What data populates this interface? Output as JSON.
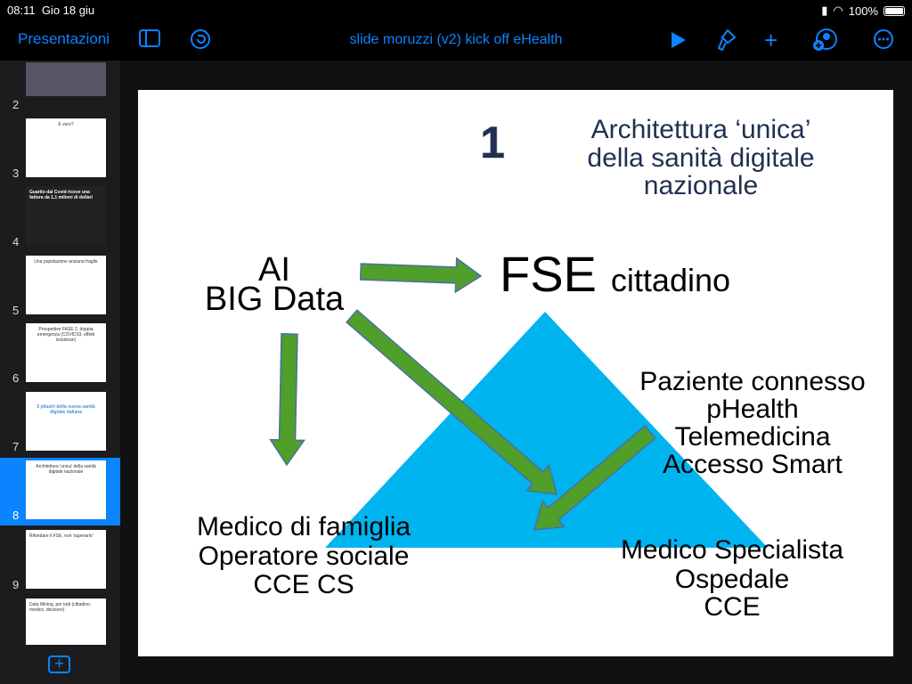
{
  "status": {
    "time": "08:11",
    "date": "Gio 18 giu",
    "battery": "100%"
  },
  "toolbar": {
    "back": "Presentazioni",
    "title": "slide moruzzi (v2) kick off eHealth"
  },
  "slides": [
    {
      "num": "2",
      "title": ""
    },
    {
      "num": "3",
      "title": "E vero?"
    },
    {
      "num": "4",
      "title": "Guarito dal Covid riceve una fattura da 1,1 milioni di dollari"
    },
    {
      "num": "5",
      "title": "Una popolazione anziana fragile"
    },
    {
      "num": "6",
      "title": "Prospettive FASE 2, doppia emergenza (COVID19, effetti lockdown)"
    },
    {
      "num": "7",
      "title": "5 pilastri della nuova sanità digitale italiana"
    },
    {
      "num": "8",
      "title": "Architettura 'unica' della sanità digitale nazionale"
    },
    {
      "num": "9",
      "title": "Rifondare il FSE, non 'superarlo'"
    },
    {
      "num": "",
      "title": "Data Mining, per tutti (cittadino, medico, decisore)"
    }
  ],
  "slide": {
    "number": "1",
    "title": [
      "Architettura ‘unica’",
      "della sanità digitale",
      "nazionale"
    ],
    "ai": [
      "AI",
      "BIG Data"
    ],
    "fse": "FSE",
    "cittadino": "cittadino",
    "right": [
      "Paziente connesso",
      "pHealth",
      "Telemedicina",
      "Accesso Smart"
    ],
    "left_bottom": [
      "Medico di famiglia",
      "Operatore sociale",
      "CCE CS"
    ],
    "right_bottom": [
      "Medico Specialista",
      "Ospedale",
      "CCE"
    ],
    "colors": {
      "triangle": "#00b4ef",
      "arrow": "#4f9f2a",
      "title": "#1f3050"
    }
  }
}
